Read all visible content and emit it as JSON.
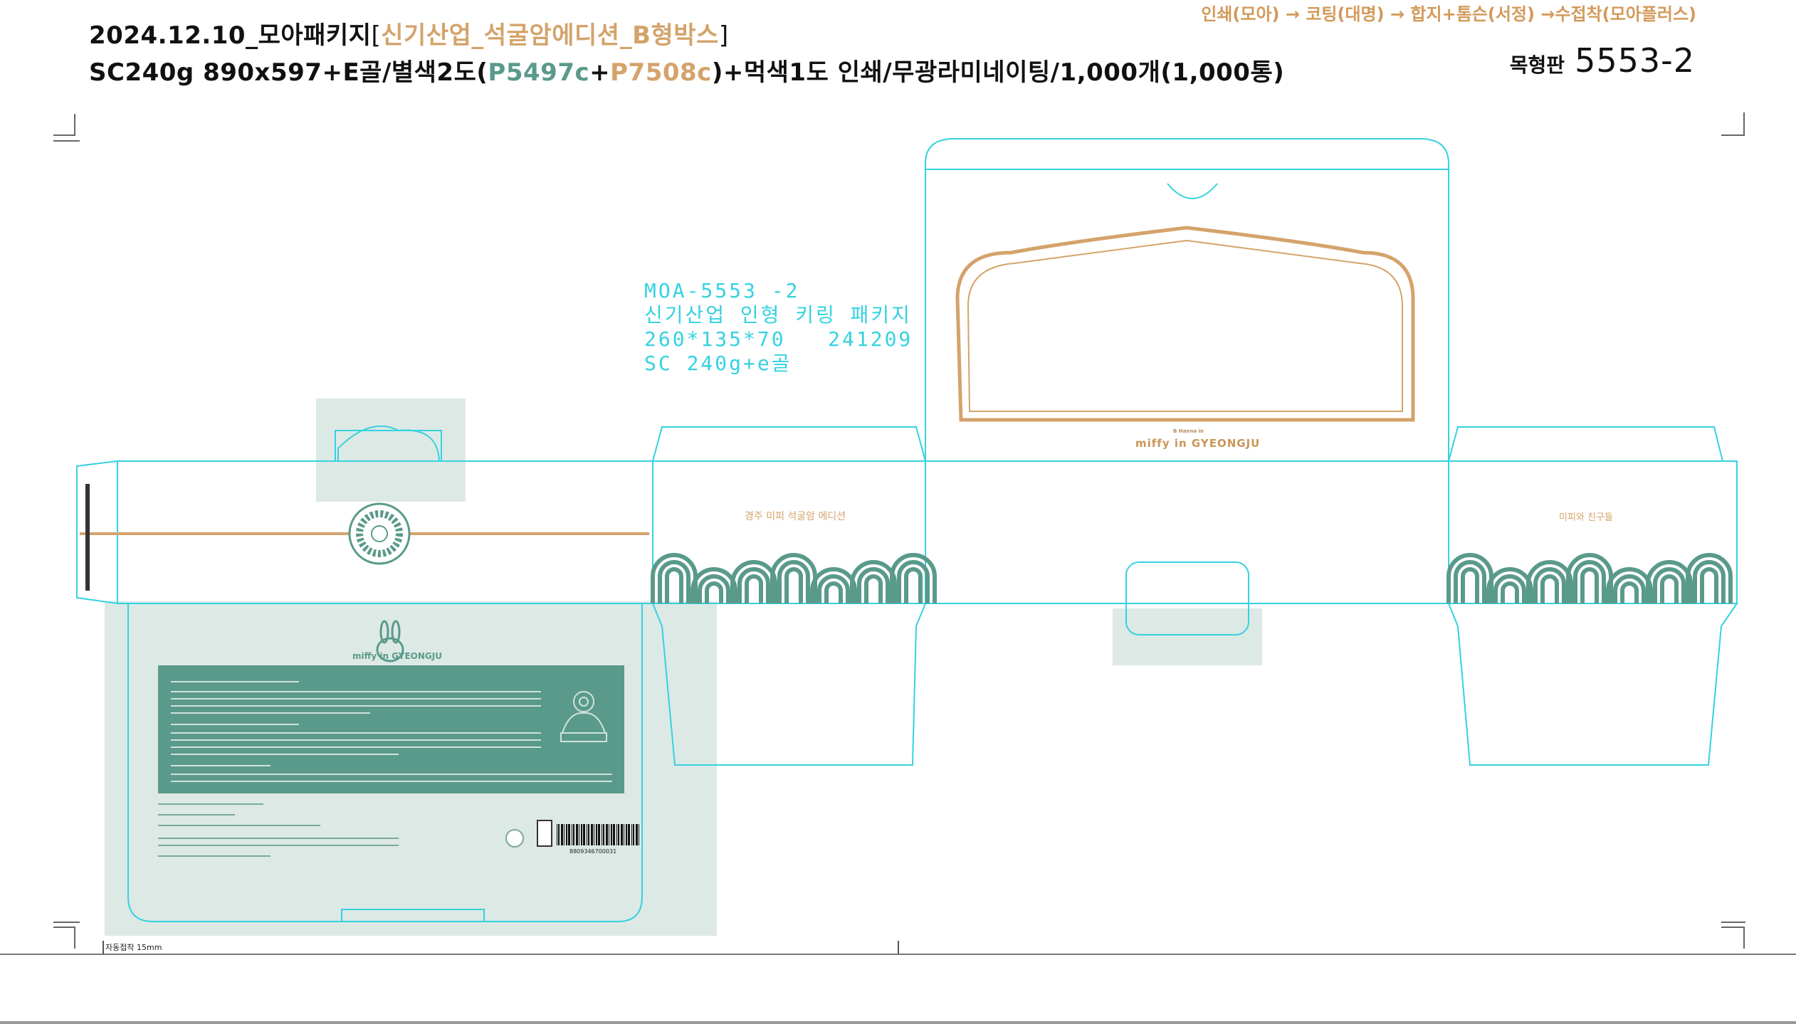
{
  "header": {
    "line1_prefix": "2024.12.10_모아패키지",
    "bracket_open": "[",
    "project": "신기산업_석굴암에디션_B형박스",
    "bracket_close": "]",
    "line2_prefix": "SC240g 890x597+E골/별색2도(",
    "color1": "P5497c",
    "plus": "+",
    "color2": "P7508c",
    "line2_suffix": ")+먹색1도 인쇄/무광라미네이팅/1,000개(1,000통)"
  },
  "process": "인쇄(모아) → 코팅(대명) → 합지+톰슨(서정) →수접착(모아플러스)",
  "dieline": {
    "label": "목형판",
    "number": "5553-2"
  },
  "stamp": {
    "lines": [
      "MOA-5553 -2",
      "신기산업 인형 키링 패키지",
      "260*135*70   241209",
      "SC 240g+e골"
    ]
  },
  "artwork": {
    "lid_small": "B Hanna in",
    "lid_brand": "miffy in GYEONGJU",
    "panel_left_text": "경주 미피 석굴암 에디션",
    "panel_right_text": "미피와 친구들",
    "front_brand": "miffy in GYEONGJU",
    "gluing_note": "자동접착 15mm",
    "barcode_number": "8809346700031"
  },
  "colors": {
    "dieline": "#34d2e0",
    "teal": "#5a9a8a",
    "teal_light": "#dde9e5",
    "tan": "#d4a36b"
  }
}
